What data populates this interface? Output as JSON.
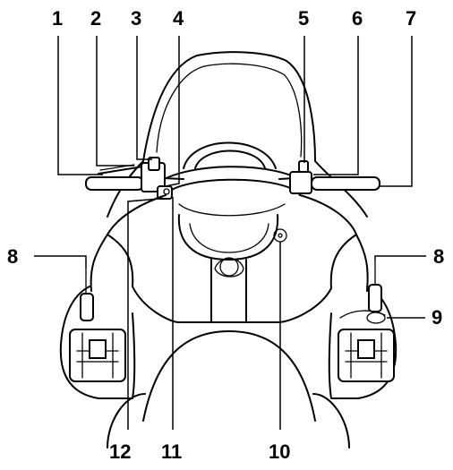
{
  "callouts": [
    {
      "id": "c1",
      "label": "1"
    },
    {
      "id": "c2",
      "label": "2"
    },
    {
      "id": "c3",
      "label": "3"
    },
    {
      "id": "c4",
      "label": "4"
    },
    {
      "id": "c5",
      "label": "5"
    },
    {
      "id": "c6",
      "label": "6"
    },
    {
      "id": "c7",
      "label": "7"
    },
    {
      "id": "c8l",
      "label": "8"
    },
    {
      "id": "c8r",
      "label": "8"
    },
    {
      "id": "c9",
      "label": "9"
    },
    {
      "id": "c10",
      "label": "10"
    },
    {
      "id": "c11",
      "label": "11"
    },
    {
      "id": "c12",
      "label": "12"
    }
  ]
}
